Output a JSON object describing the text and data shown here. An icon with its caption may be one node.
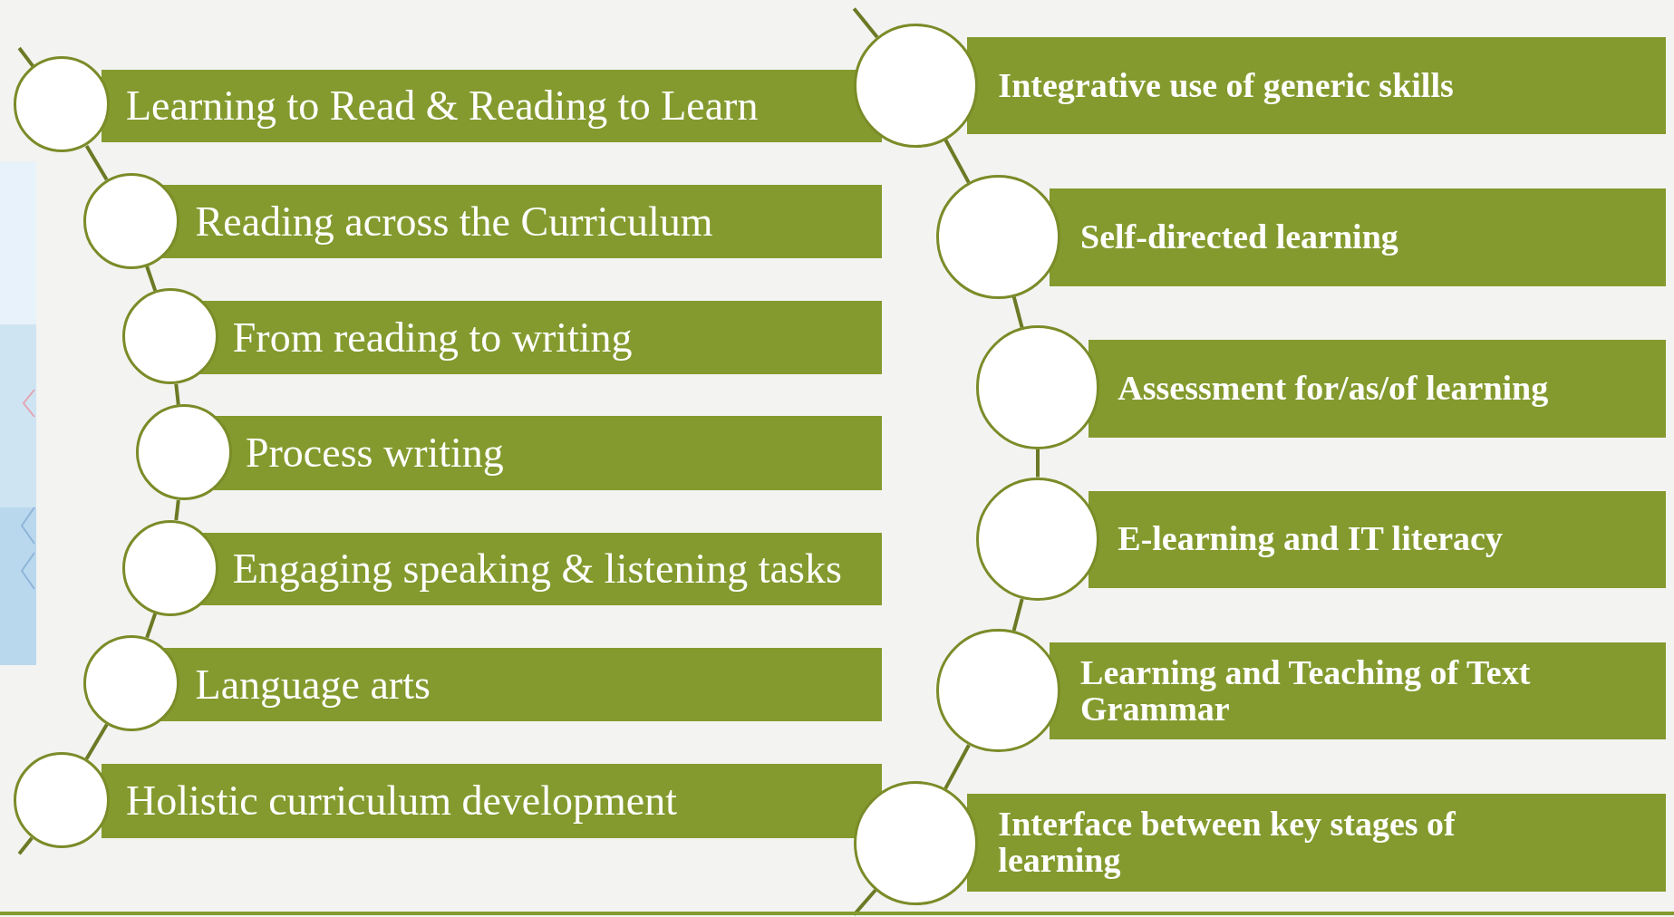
{
  "diagram": {
    "nodes": [
      {
        "text": [
          "Learning to Read & Reading to Learn"
        ]
      },
      {
        "text": [
          "Reading across the Curriculum"
        ]
      },
      {
        "text": [
          "From reading to writing"
        ]
      },
      {
        "text": [
          "Process writing"
        ]
      },
      {
        "text": [
          "Engaging speaking & listening tasks"
        ]
      },
      {
        "text": [
          "Language arts"
        ]
      },
      {
        "text": [
          "Holistic curriculum development"
        ]
      },
      {
        "text": [
          "Integrative use of generic skills"
        ]
      },
      {
        "text": [
          "Self-directed learning"
        ]
      },
      {
        "text": [
          "Assessment for/as/of learning"
        ]
      },
      {
        "text": [
          "E-learning and IT literacy"
        ]
      },
      {
        "text": [
          "Learning and Teaching of Text Grammar"
        ]
      },
      {
        "text": [
          "Interface between key stages of learning"
        ]
      },
      {
        "text": [],
        "shape": "circle"
      },
      {
        "text": [],
        "shape": "circle"
      },
      {
        "text": [],
        "shape": "circle"
      },
      {
        "text": [],
        "shape": "circle"
      },
      {
        "text": [],
        "shape": "circle"
      },
      {
        "text": [],
        "shape": "circle"
      },
      {
        "text": [],
        "shape": "circle"
      },
      {
        "text": [],
        "shape": "circle"
      },
      {
        "text": [],
        "shape": "circle"
      },
      {
        "text": [],
        "shape": "circle"
      },
      {
        "text": [],
        "shape": "circle"
      },
      {
        "text": [],
        "shape": "circle"
      },
      {
        "text": [],
        "shape": "circle"
      }
    ],
    "edges": [
      {
        "from": null,
        "to": 13,
        "arrow": "none"
      },
      {
        "from": 13,
        "to": 14,
        "arrow": "none"
      },
      {
        "from": 14,
        "to": 15,
        "arrow": "none"
      },
      {
        "from": 15,
        "to": 16,
        "arrow": "none"
      },
      {
        "from": 16,
        "to": 17,
        "arrow": "none"
      },
      {
        "from": 17,
        "to": 18,
        "arrow": "none"
      },
      {
        "from": 18,
        "to": 19,
        "arrow": "none"
      },
      {
        "from": 19,
        "to": null,
        "arrow": "none"
      },
      {
        "from": null,
        "to": 20,
        "arrow": "none"
      },
      {
        "from": 20,
        "to": 21,
        "arrow": "none"
      },
      {
        "from": 21,
        "to": 22,
        "arrow": "none"
      },
      {
        "from": 22,
        "to": 23,
        "arrow": "none"
      },
      {
        "from": 23,
        "to": 24,
        "arrow": "none"
      },
      {
        "from": 24,
        "to": 25,
        "arrow": "none"
      },
      {
        "from": 25,
        "to": null,
        "arrow": "none"
      }
    ]
  }
}
